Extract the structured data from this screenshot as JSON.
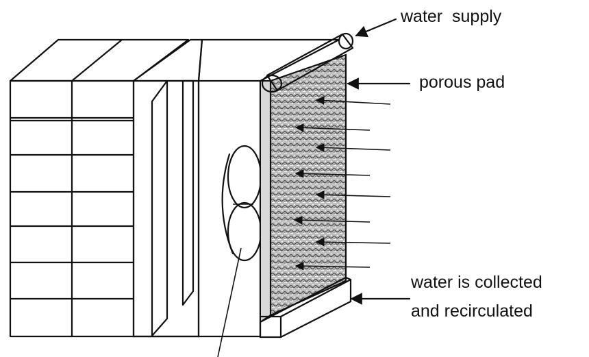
{
  "labels": {
    "water_supply": "water  supply",
    "porous_pad": "porous pad",
    "collected_line1": "water is collected",
    "collected_line2": "and recirculated"
  },
  "colors": {
    "ink": "#111111",
    "pad_texture": "#6b6b6b",
    "background": "#ffffff"
  }
}
